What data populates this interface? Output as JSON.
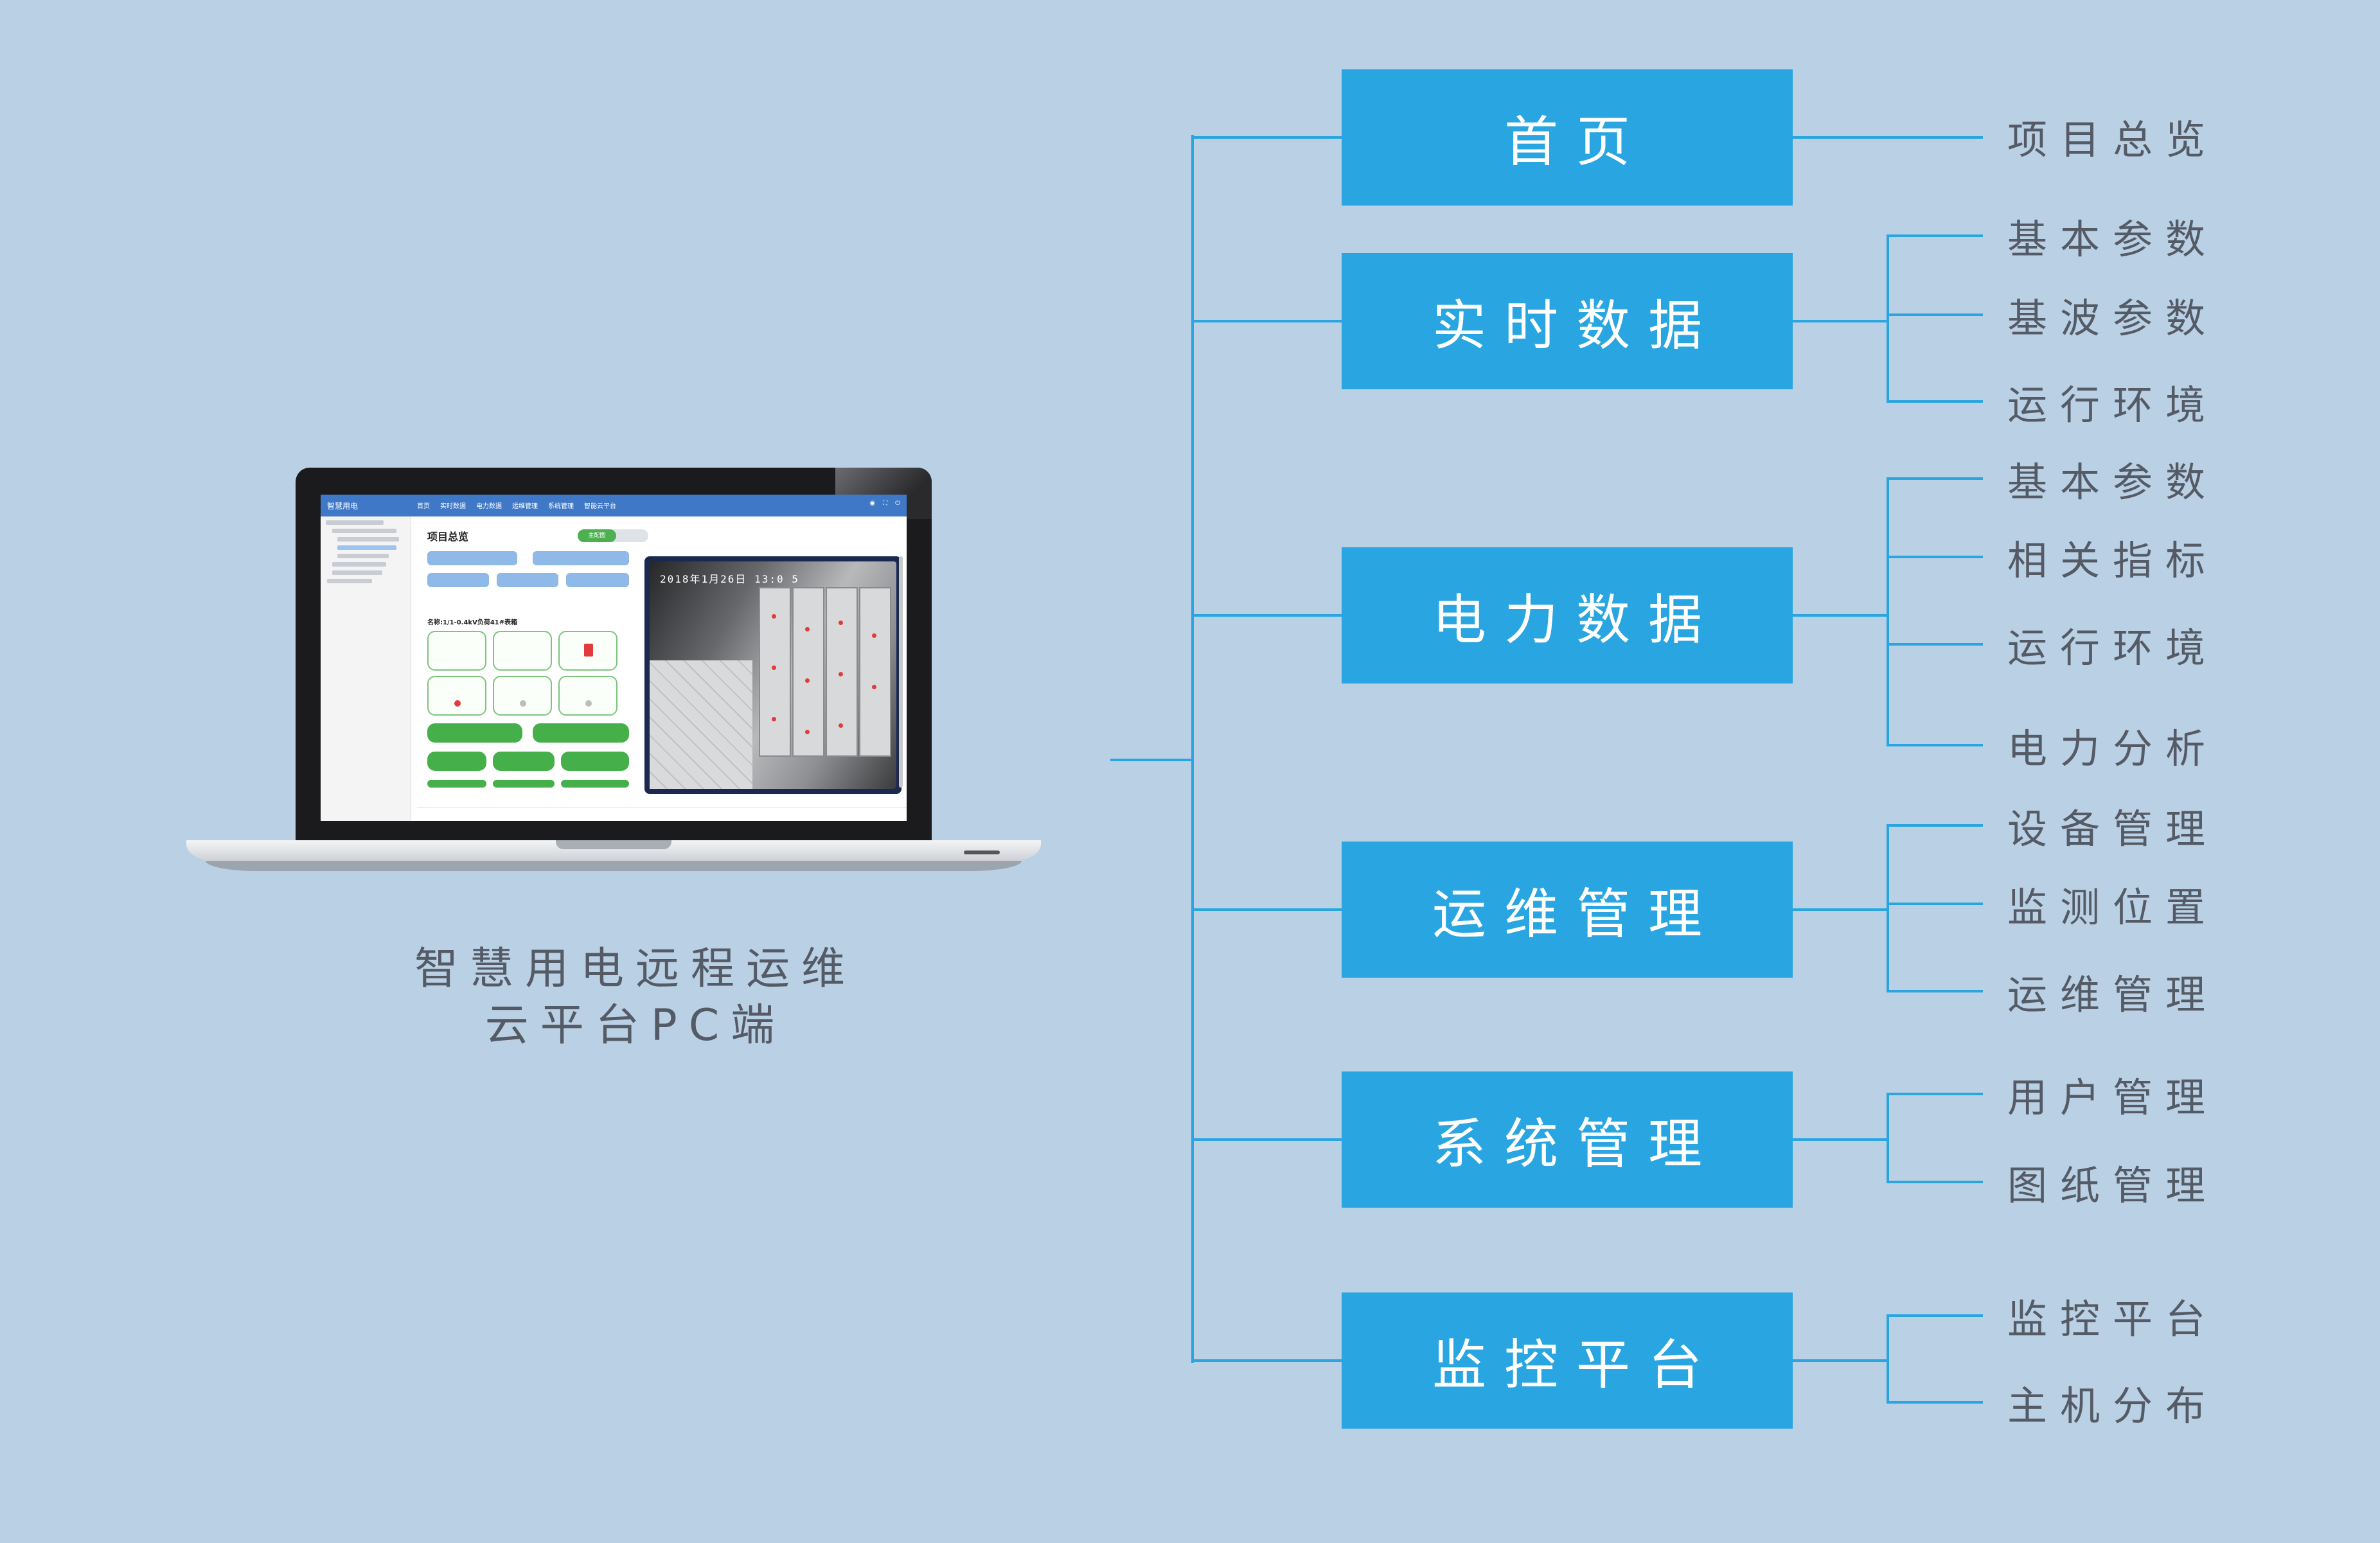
{
  "caption": {
    "line1": "智慧用电远程运维",
    "line2": "云平台PC端"
  },
  "modules": [
    {
      "label": "首页",
      "items": [
        "项目总览"
      ]
    },
    {
      "label": "实时数据",
      "items": [
        "基本参数",
        "基波参数",
        "运行环境"
      ]
    },
    {
      "label": "电力数据",
      "items": [
        "基本参数",
        "相关指标",
        "运行环境",
        "电力分析"
      ]
    },
    {
      "label": "运维管理",
      "items": [
        "设备管理",
        "监测位置",
        "运维管理"
      ]
    },
    {
      "label": "系统管理",
      "items": [
        "用户管理",
        "图纸管理"
      ]
    },
    {
      "label": "监控平台",
      "items": [
        "监控平台",
        "主机分布"
      ]
    }
  ],
  "screen": {
    "brand": "智慧用电",
    "nav": [
      "首页",
      "实时数据",
      "电力数据",
      "运维管理",
      "系统管理",
      "智能云平台"
    ],
    "title": "项目总览",
    "toggle_label": "主配图",
    "subtitle": "名称:1/1-0.4kV负荷41#表箱",
    "video_timestamp": "2018年1月26日  13:0 5"
  },
  "colors": {
    "background": "#bad0e4",
    "module": "#29a6e1",
    "line": "#29a6e1",
    "text": "#555b66"
  }
}
